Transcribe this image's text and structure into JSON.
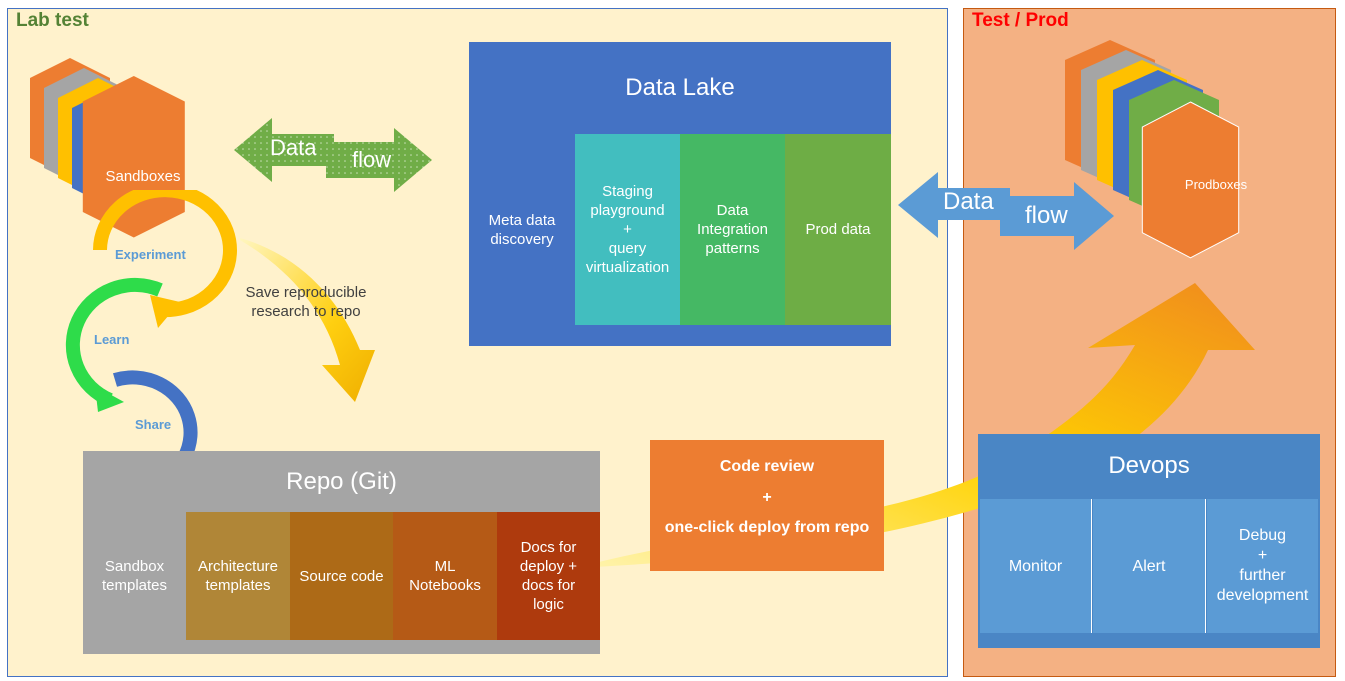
{
  "zones": {
    "lab_title": "Lab test",
    "prod_title": "Test / Prod"
  },
  "sandboxes": {
    "label": "Sandboxes"
  },
  "cycle": {
    "experiment": "Experiment",
    "learn": "Learn",
    "share": "Share"
  },
  "dataflow_left": {
    "data": "Data",
    "flow": "flow"
  },
  "dataflow_right": {
    "data": "Data",
    "flow": "flow"
  },
  "save_note": "Save reproducible\nresearch to repo",
  "data_lake": {
    "title": "Data Lake",
    "cells": [
      {
        "label": "Meta data\ndiscovery",
        "color": "#4472C4"
      },
      {
        "label": "Staging\nplayground\n+\nquery\nvirtualization",
        "color": "#42BEBF"
      },
      {
        "label": "Data\nIntegration\npatterns",
        "color": "#45B864"
      },
      {
        "label": "Prod data",
        "color": "#6EAD45"
      }
    ]
  },
  "repo": {
    "title": "Repo (Git)",
    "cells": [
      {
        "label": "Sandbox\ntemplates",
        "color": "#A5A5A5"
      },
      {
        "label": "Architecture\ntemplates",
        "color": "#B08637"
      },
      {
        "label": "Source code",
        "color": "#AD6A17"
      },
      {
        "label": "ML\nNotebooks",
        "color": "#B55A16"
      },
      {
        "label": "Docs for\ndeploy +\ndocs for\nlogic",
        "color": "#AE3A0D"
      }
    ]
  },
  "code_review": {
    "line1": "Code review",
    "line2": "+",
    "line3": "one-click deploy from repo"
  },
  "prodboxes": {
    "label": "Prodboxes"
  },
  "devops": {
    "title": "Devops",
    "cells": [
      {
        "label": "Monitor"
      },
      {
        "label": "Alert"
      },
      {
        "label": "Debug\n+\nfurther\ndevelopment"
      }
    ]
  },
  "colors": {
    "lab_bg": "#FFF2CC",
    "prod_bg": "#F4B183",
    "lab_title": "#548235",
    "prod_title": "#FF0000",
    "orange": "#ED7D31",
    "blue": "#4472C4",
    "devops_header": "#4A86C5",
    "devops_cell": "#5B9BD5"
  }
}
